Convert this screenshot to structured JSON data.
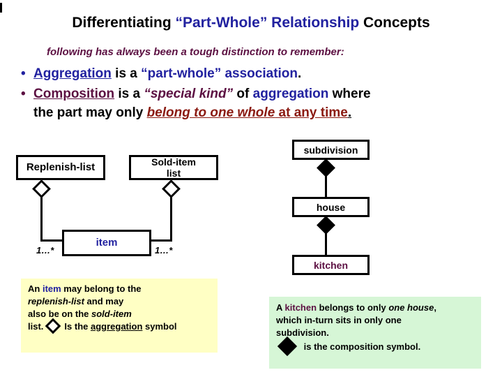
{
  "colors": {
    "navy_text": "#2222A0",
    "maroon_text": "#5C1042",
    "dark_red_text": "#8B1A11",
    "note_yellow_bg": "#FFFFC4",
    "note_green_bg": "#D6F6D6",
    "line_black": "#000000"
  },
  "title": {
    "part1": "Differentiating ",
    "part2": "“Part-Whole” Relationship",
    "part3": " Concepts"
  },
  "subtitle": "following has always been a tough distinction to remember:",
  "bullets": {
    "aggregation": {
      "term": "Aggregation",
      "mid": " is a ",
      "phrase": "“part-whole” association",
      "end": "."
    },
    "composition": {
      "term": "Composition",
      "mid1": " is a ",
      "special_kind": "“special kind”",
      "mid2": " of ",
      "aggregation_word": "aggregation",
      "mid3": " where",
      "line2_prefix": "the part may only ",
      "belong_phrase": "belong to one whole",
      "at_any_time": " at any time",
      "period": "."
    }
  },
  "uml_aggregation": {
    "replenish_box": "Replenish-list",
    "sold_box_line1": "Sold-item",
    "sold_box_line2": "list",
    "item_box": "item",
    "multiplicity_left": "1…*",
    "multiplicity_right": "1…*"
  },
  "uml_composition": {
    "subdivision_box": "subdivision",
    "house_box": "house",
    "kitchen_box": "kitchen"
  },
  "note_aggregation": {
    "l1a": "An ",
    "l1b": "item",
    "l1c": " may belong to the",
    "l2a": "replenish-list",
    "l2b": " and may",
    "l3a": "also be on the ",
    "l3b": "sold-item",
    "l4a": "list.",
    "l4b": "Is the ",
    "l4c": "aggregation",
    "l4d": " symbol"
  },
  "note_composition": {
    "l1a": "A ",
    "l1b": "kitchen",
    "l1c": " belongs to only ",
    "l1d": "one house",
    "l1e": ",",
    "l2": "which in-turn sits in only one",
    "l3": "subdivision.",
    "l4": " is the composition symbol."
  }
}
